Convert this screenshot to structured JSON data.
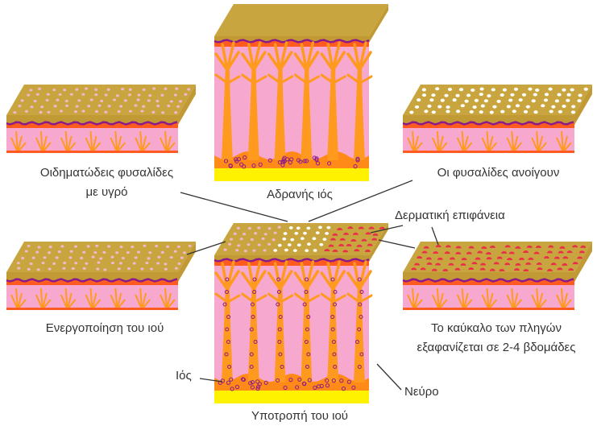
{
  "colors": {
    "surface_top": "#c9a53f",
    "surface_front": "#c29a35",
    "orange_band": "#ff5a1f",
    "purple_line": "#8b1a8a",
    "dermis": "#f6a8cf",
    "nerve": "#ff9a1f",
    "ganglion": "#ff8a18",
    "yellow_base": "#fff200",
    "blister_fluid": "#f4b6cf",
    "blister_open": "#ffffff",
    "scab": "#e8304a",
    "leader_line": "#333333"
  },
  "labels": {
    "dormant": "Αδρανής ιός",
    "fluid_blisters_line1": "Οιδηματώδεις φυσαλίδες",
    "fluid_blisters_line2": "με υγρό",
    "blisters_open": "Οι φυσαλίδες ανοίγουν",
    "skin_surface": "Δερματική επιφάνεια",
    "activation": "Ενεργοποίηση του ιού",
    "scab_line1": "Το καύκαλο των πληγών",
    "scab_line2": "εξαφανίζεται σε 2-4 βδομάδες",
    "virus": "Ιός",
    "nerve": "Νεύρο",
    "recurrence": "Υποτροπή του ιού"
  }
}
